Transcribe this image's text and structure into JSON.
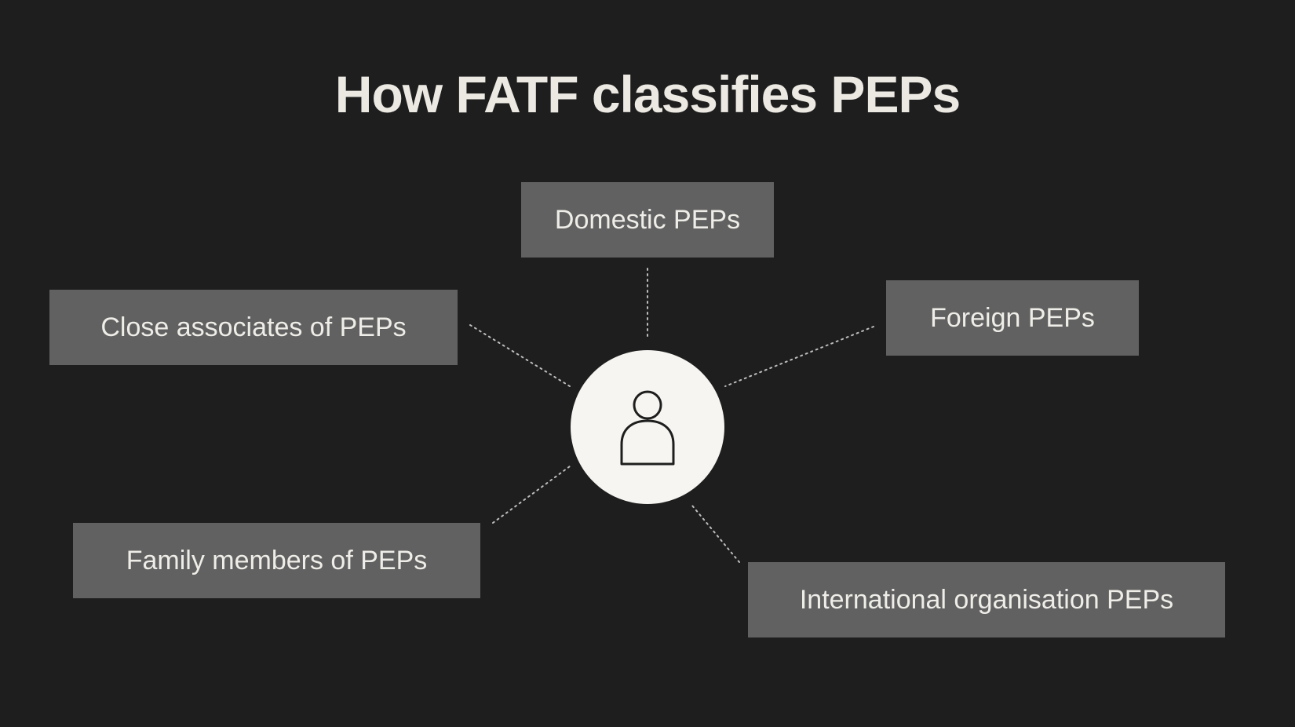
{
  "title": "How FATF classifies PEPs",
  "hub": {
    "icon": "person-icon"
  },
  "categories": {
    "domestic": "Domestic PEPs",
    "foreign": "Foreign PEPs",
    "close_associates": "Close associates of PEPs",
    "family_members": "Family members of PEPs",
    "international_organisation": "International organisation PEPs"
  },
  "colors": {
    "background": "#1e1e1e",
    "box": "#616161",
    "text": "#efede8",
    "hub": "#f6f5f1",
    "connector": "#bdbdbd"
  }
}
